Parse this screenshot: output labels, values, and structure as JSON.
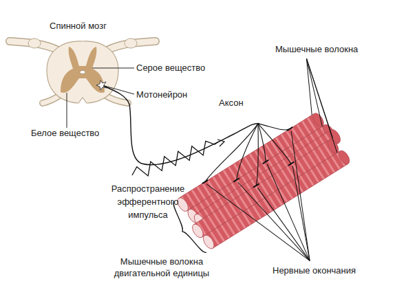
{
  "diagram": {
    "labels": [
      "Спинной мозг",
      "Серое вещество",
      "Мотонейрон",
      "Белое вещество",
      "Аксон",
      "Мышечные волокна",
      "Распространение эфферентного импульса",
      "Мышечные волокна двигательной единицы",
      "Нервные окончания"
    ]
  }
}
